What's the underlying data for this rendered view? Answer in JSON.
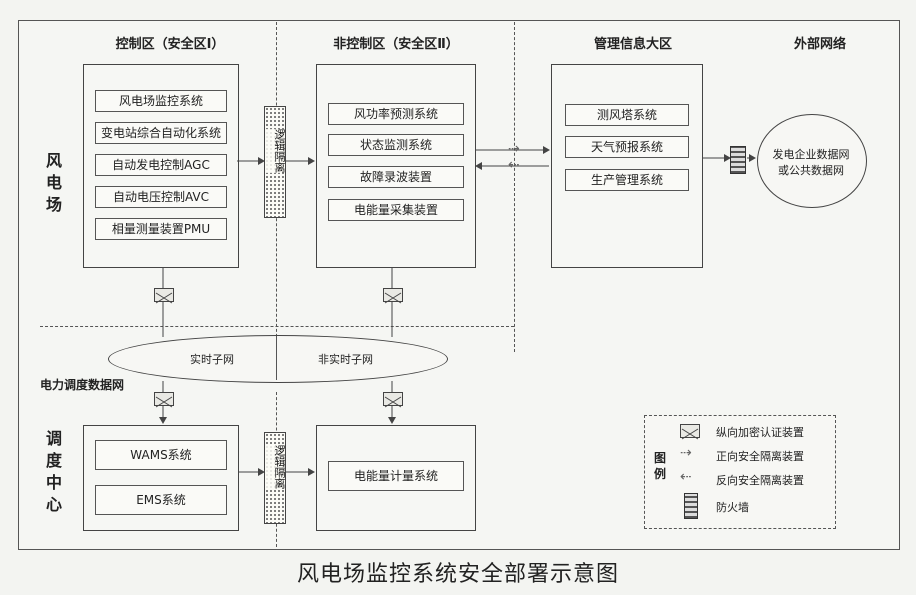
{
  "zones": {
    "control": "控制区（安全区Ⅰ）",
    "noncontrol": "非控制区（安全区Ⅱ）",
    "mis": "管理信息大区",
    "external": "外部网络"
  },
  "side_labels": {
    "wind_farm": "风电场",
    "dispatch_center": "调度中心",
    "dispatch_network": "电力调度数据网"
  },
  "wind_control_systems": [
    "风电场监控系统",
    "变电站综合自动化系统",
    "自动发电控制AGC",
    "自动电压控制AVC",
    "相量测量装置PMU"
  ],
  "wind_noncontrol_systems": [
    "风功率预测系统",
    "状态监测系统",
    "故障录波装置",
    "电能量采集装置"
  ],
  "mis_systems": [
    "测风塔系统",
    "天气预报系统",
    "生产管理系统"
  ],
  "external_network": [
    "发电企业数据网",
    "或公共数据网"
  ],
  "logical_isolation": "逻辑隔离",
  "subnets": {
    "realtime": "实时子网",
    "nonrealtime": "非实时子网"
  },
  "dispatch_control_systems": [
    "WAMS系统",
    "EMS系统"
  ],
  "dispatch_noncontrol_systems": [
    "电能量计量系统"
  ],
  "legend": {
    "title": "图例",
    "items": [
      {
        "icon": "encryption-device-icon",
        "label": "纵向加密认证装置"
      },
      {
        "icon": "forward-isolation-arrow-icon",
        "label": "正向安全隔离装置"
      },
      {
        "icon": "reverse-isolation-arrow-icon",
        "label": "反向安全隔离装置"
      },
      {
        "icon": "firewall-icon",
        "label": "防火墙"
      }
    ]
  },
  "caption": "风电场监控系统安全部署示意图"
}
